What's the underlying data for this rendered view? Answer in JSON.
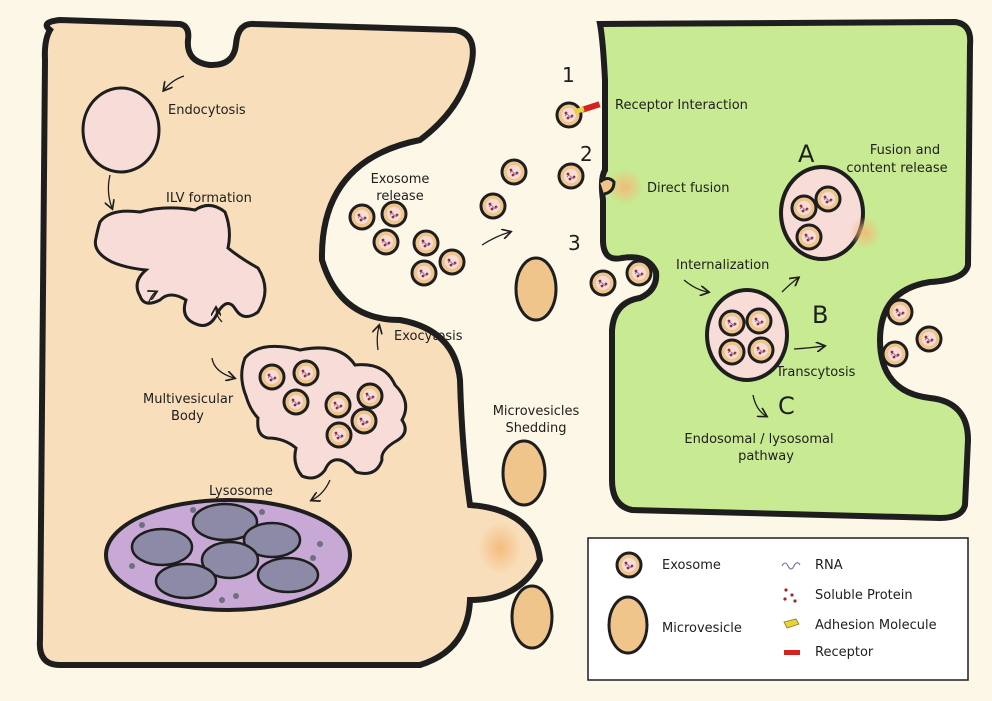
{
  "labels": {
    "endocytosis": "Endocytosis",
    "ilv_formation": "ILV formation",
    "multivesicular": "Multivesicular",
    "body": "Body",
    "lysosome": "Lysosome",
    "exocytosis": "Exocytosis",
    "exosome": "Exosome",
    "release": "release",
    "microvesicles": "Microvesicles",
    "shedding": "Shedding",
    "receptor_interaction": "Receptor Interaction",
    "direct_fusion": "Direct fusion",
    "internalization": "Internalization",
    "fusion_and": "Fusion and",
    "content_release": "content release",
    "transcytosis": "Transcytosis",
    "endosomal_lysosomal": "Endosomal / lysosomal",
    "pathway": "pathway"
  },
  "markers": {
    "one": "1",
    "two": "2",
    "three": "3",
    "a": "A",
    "b": "B",
    "c": "C"
  },
  "legend": {
    "exosome": "Exosome",
    "microvesicle": "Microvesicle",
    "rna": "RNA",
    "soluble_protein": "Soluble Protein",
    "adhesion_molecule": "Adhesion Molecule",
    "receptor": "Receptor"
  },
  "colors": {
    "donor_cell": "#f8deba",
    "recipient_cell": "#c7ea93",
    "endosome": "#f7dcd8",
    "lysosome": "#c8a9d6",
    "lysosome_inner": "#8d8aa7",
    "exosome": "#f0c58c",
    "outline": "#1e1e1e"
  }
}
